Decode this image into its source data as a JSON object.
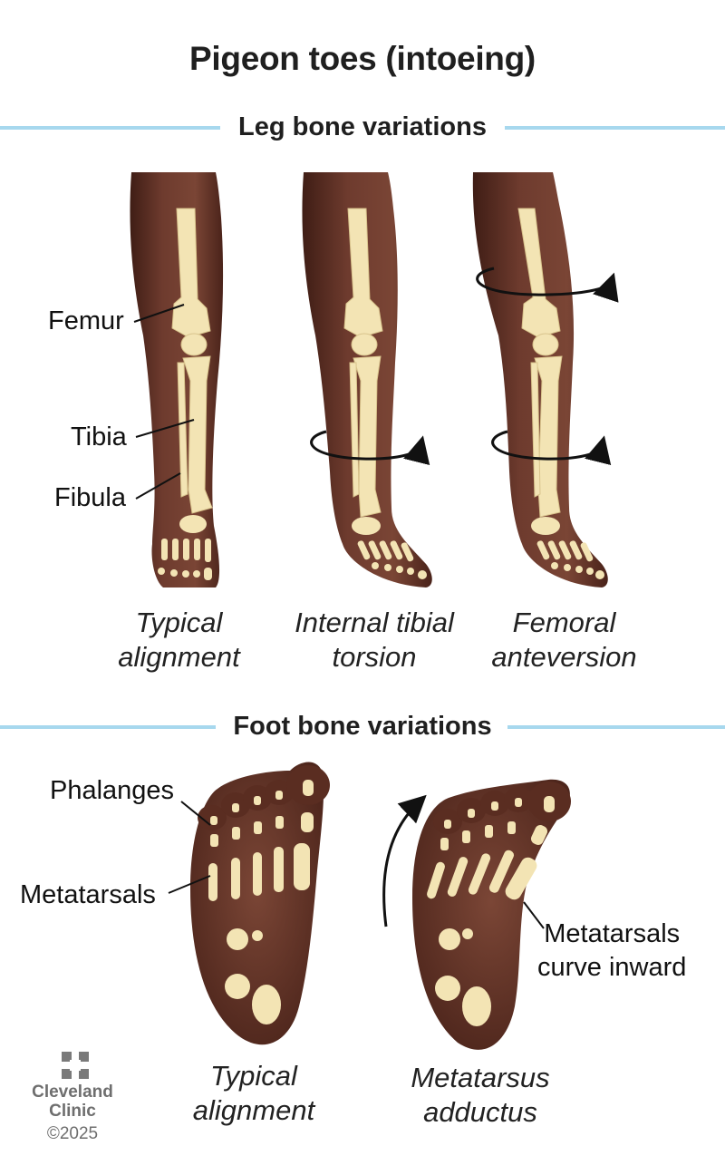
{
  "title": "Pigeon toes (intoeing)",
  "sections": {
    "leg": "Leg bone variations",
    "foot": "Foot bone variations"
  },
  "leg_labels": {
    "femur": "Femur",
    "tibia": "Tibia",
    "fibula": "Fibula"
  },
  "leg_captions": [
    {
      "line1": "Typical",
      "line2": "alignment"
    },
    {
      "line1": "Internal tibial",
      "line2": "torsion"
    },
    {
      "line1": "Femoral",
      "line2": "anteversion"
    }
  ],
  "foot_labels": {
    "phalanges": "Phalanges",
    "metatarsals": "Metatarsals",
    "curve_line1": "Metatarsals",
    "curve_line2": "curve inward"
  },
  "foot_captions": [
    {
      "line1": "Typical",
      "line2": "alignment"
    },
    {
      "line1": "Metatarsus",
      "line2": "adductus"
    }
  ],
  "logo": {
    "name_line1": "Cleveland",
    "name_line2": "Clinic",
    "copyright": "©2025"
  },
  "colors": {
    "skin": "#6b3a2e",
    "skin_dark": "#4a241b",
    "bone": "#f3e4b4",
    "accent_rule": "#a7d8ee",
    "logo_gray": "#6e6e6e"
  }
}
